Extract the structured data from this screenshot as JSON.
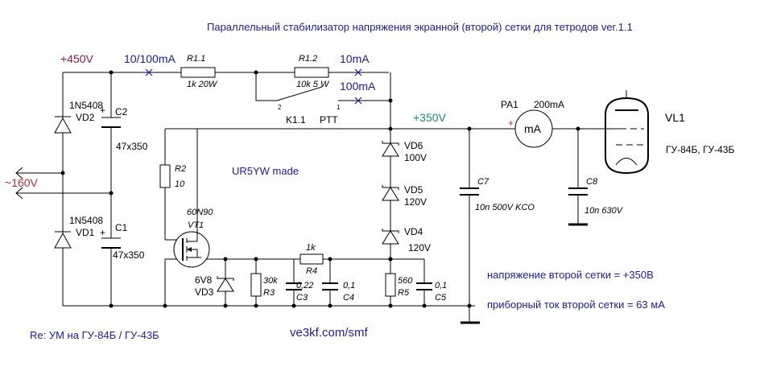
{
  "title": "Параллельный стабилизатор напряжения экранной (второй) сетки для тетродов ver.1.1",
  "rails": {
    "v450": "+450V",
    "v350": "+350V",
    "vac": "~160V"
  },
  "currents": {
    "i1": "10/100mA",
    "i2": "10mA",
    "i3": "100mA",
    "meter_range": "200mA"
  },
  "parts": {
    "r11": {
      "name": "R1.1",
      "value": "1k 20W"
    },
    "r12": {
      "name": "R1.2",
      "value": "10k 5 W"
    },
    "relay": {
      "name": "K1.1",
      "mode": "PTT",
      "pin1": "1",
      "pin2": "2"
    },
    "vd2": {
      "name": "VD2",
      "type": "1N5408"
    },
    "vd1": {
      "name": "VD1",
      "type": "1N5408"
    },
    "c2": {
      "name": "C2",
      "value": "47x350"
    },
    "c1": {
      "name": "C1",
      "value": "47x350"
    },
    "r2": {
      "name": "R2",
      "value": "10"
    },
    "vt1": {
      "name": "VT1",
      "type": "60N90"
    },
    "vd3": {
      "name": "VD3",
      "value": "6V8"
    },
    "r3": {
      "name": "R3",
      "value": "30k"
    },
    "c3": {
      "name": "C3",
      "value": "0,22"
    },
    "r4": {
      "name": "R4",
      "value": "1k"
    },
    "c4": {
      "name": "C4",
      "value": "0,1"
    },
    "r5": {
      "name": "R5",
      "value": "560"
    },
    "c5": {
      "name": "C5",
      "value": "0,1"
    },
    "vd6": {
      "name": "VD6",
      "value": "100V"
    },
    "vd5": {
      "name": "VD5",
      "value": "120V"
    },
    "vd4": {
      "name": "VD4",
      "value": "120V"
    },
    "c7": {
      "name": "C7",
      "value": "10n 500V KCO"
    },
    "c8": {
      "name": "C8",
      "value": "10n 630V"
    },
    "pa1": {
      "name": "PA1",
      "unit": "mA"
    },
    "vl1": {
      "name": "VL1",
      "type": "ГУ-84Б, ГУ-43Б"
    }
  },
  "notes": {
    "made": "UR5YW made",
    "voltage": "напряжение второй сетки = +350В",
    "current": "приборный ток второй сетки = 63 мА",
    "ref": "Re: УМ на ГУ-84Б / ГУ-43Б",
    "site": "ve3kf.com/smf"
  },
  "colors": {
    "blue": "#1a1aa6",
    "green": "#1a8a6e",
    "magenta": "#8a1a4a",
    "red": "#b0303a"
  }
}
